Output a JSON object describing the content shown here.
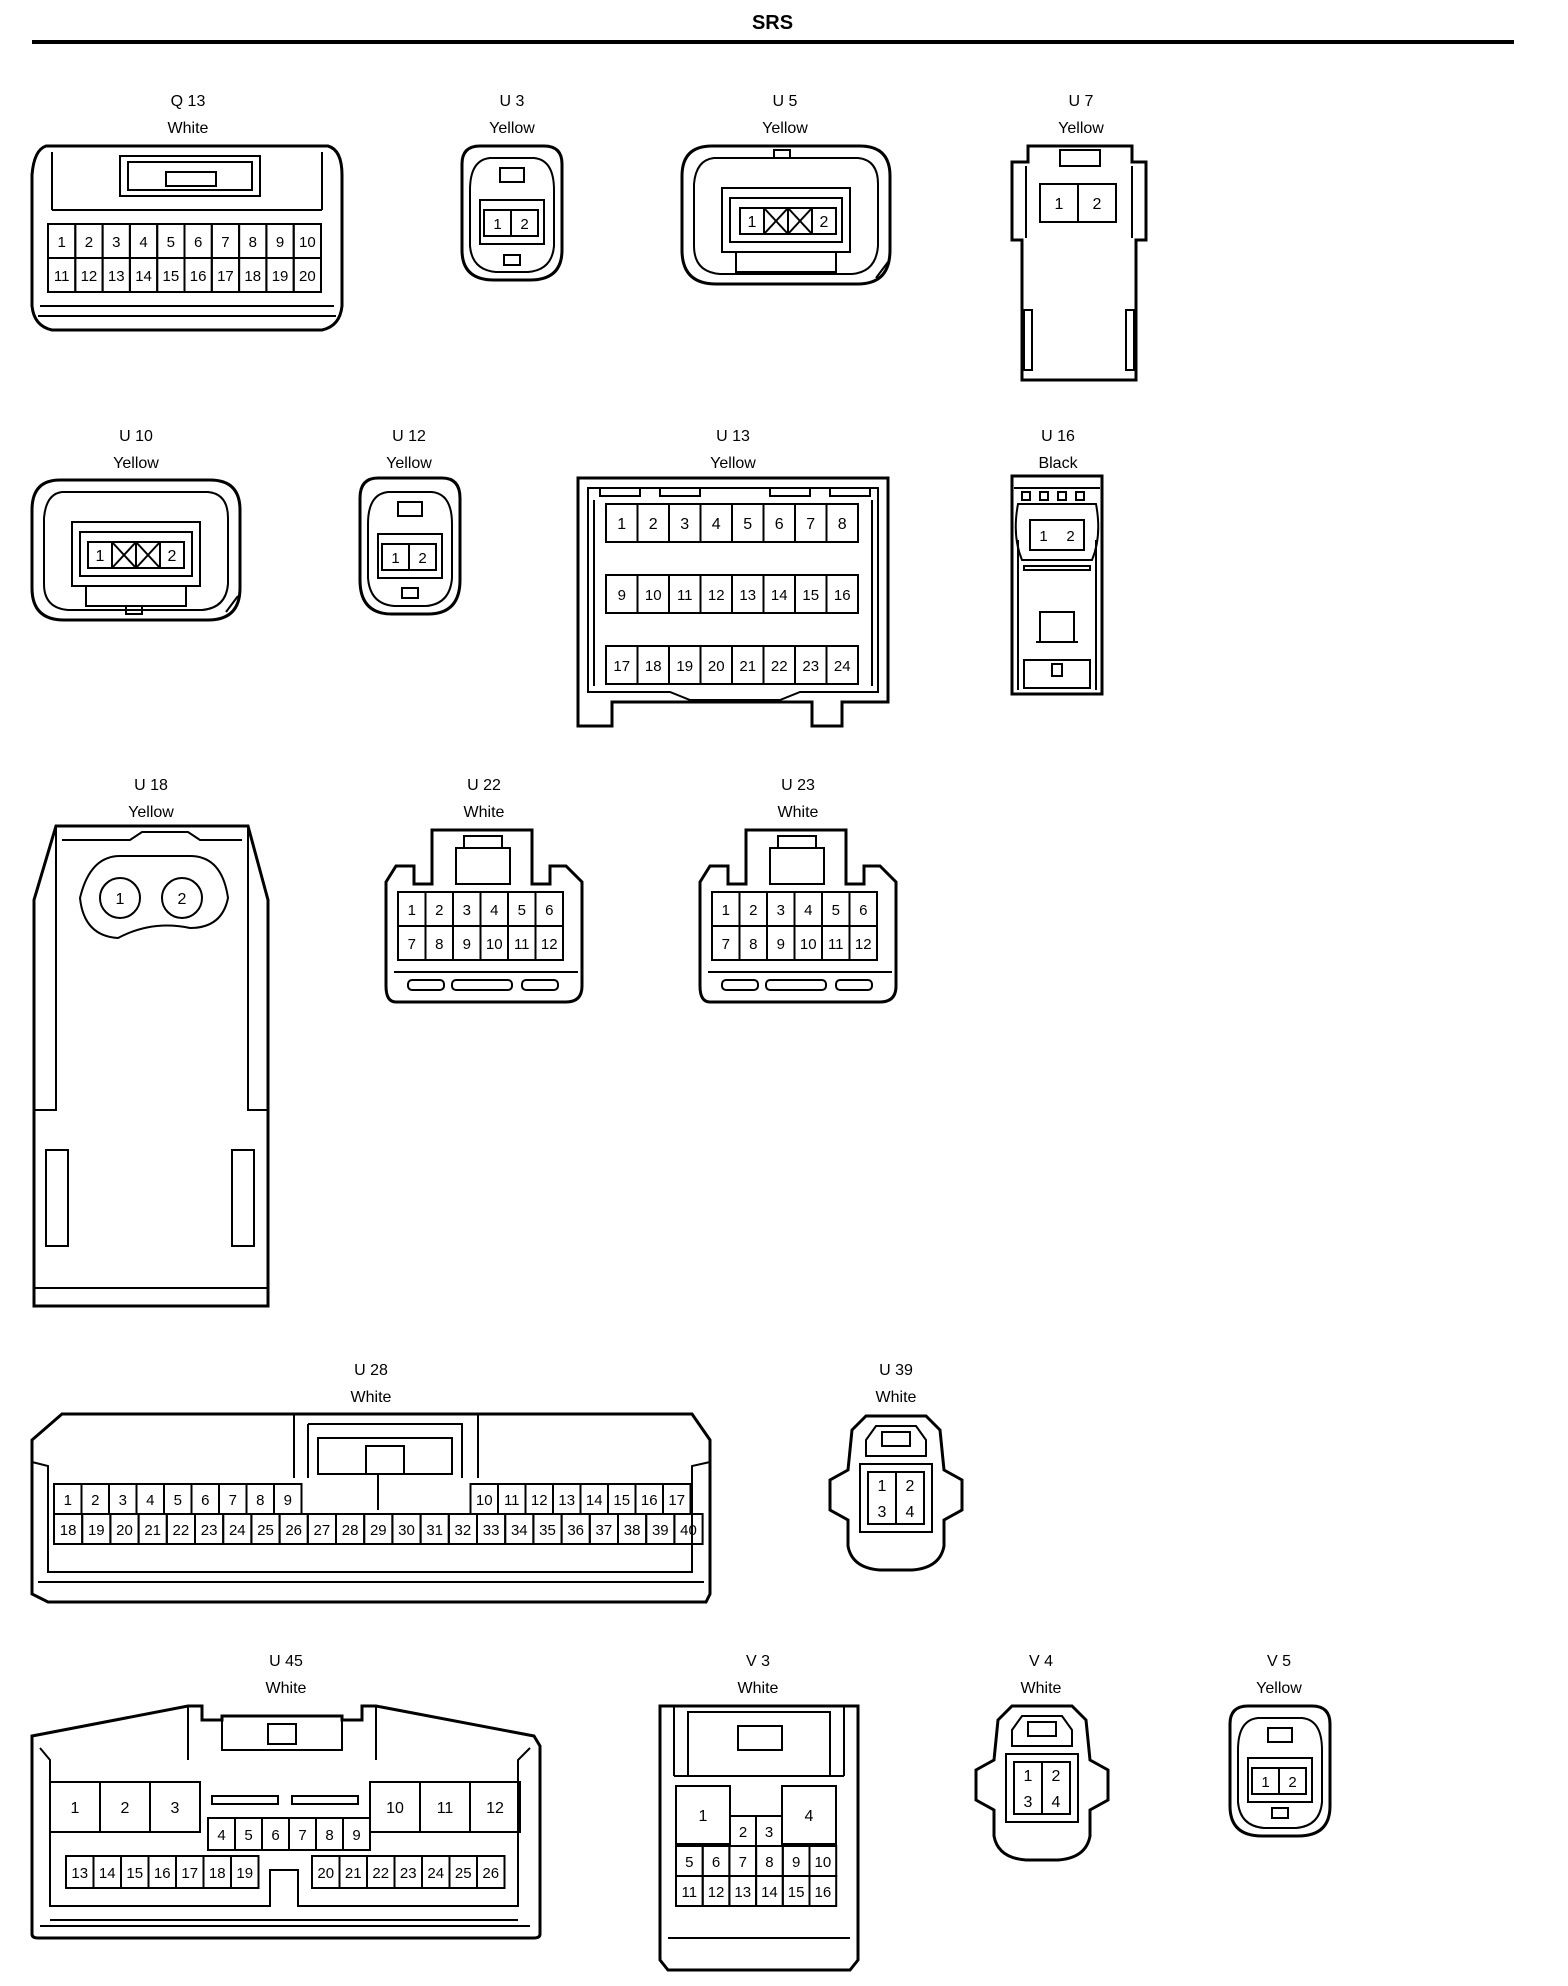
{
  "page": {
    "title": "SRS"
  },
  "connectors": [
    {
      "id": "Q 13",
      "color": "White"
    },
    {
      "id": "U 3",
      "color": "Yellow"
    },
    {
      "id": "U 5",
      "color": "Yellow"
    },
    {
      "id": "U 7",
      "color": "Yellow"
    },
    {
      "id": "U 10",
      "color": "Yellow"
    },
    {
      "id": "U 12",
      "color": "Yellow"
    },
    {
      "id": "U 13",
      "color": "Yellow"
    },
    {
      "id": "U 16",
      "color": "Black"
    },
    {
      "id": "U 18",
      "color": "Yellow"
    },
    {
      "id": "U 22",
      "color": "White"
    },
    {
      "id": "U 23",
      "color": "White"
    },
    {
      "id": "U 28",
      "color": "White"
    },
    {
      "id": "U 39",
      "color": "White"
    },
    {
      "id": "U 45",
      "color": "White"
    },
    {
      "id": "V 3",
      "color": "White"
    },
    {
      "id": "V 4",
      "color": "White"
    },
    {
      "id": "V 5",
      "color": "Yellow"
    }
  ],
  "pins": {
    "q13": [
      "1",
      "2",
      "3",
      "4",
      "5",
      "6",
      "7",
      "8",
      "9",
      "10",
      "11",
      "12",
      "13",
      "14",
      "15",
      "16",
      "17",
      "18",
      "19",
      "20"
    ],
    "u3": [
      "1",
      "2"
    ],
    "u5": [
      "1",
      "2"
    ],
    "u7": [
      "1",
      "2"
    ],
    "u10": [
      "1",
      "2"
    ],
    "u12": [
      "1",
      "2"
    ],
    "u13": [
      "1",
      "2",
      "3",
      "4",
      "5",
      "6",
      "7",
      "8",
      "9",
      "10",
      "11",
      "12",
      "13",
      "14",
      "15",
      "16",
      "17",
      "18",
      "19",
      "20",
      "21",
      "22",
      "23",
      "24"
    ],
    "u16": [
      "1",
      "2"
    ],
    "u18": [
      "1",
      "2"
    ],
    "u22": [
      "1",
      "2",
      "3",
      "4",
      "5",
      "6",
      "7",
      "8",
      "9",
      "10",
      "11",
      "12"
    ],
    "u23": [
      "1",
      "2",
      "3",
      "4",
      "5",
      "6",
      "7",
      "8",
      "9",
      "10",
      "11",
      "12"
    ],
    "u28": [
      "1",
      "2",
      "3",
      "4",
      "5",
      "6",
      "7",
      "8",
      "9",
      "10",
      "11",
      "12",
      "13",
      "14",
      "15",
      "16",
      "17",
      "18",
      "19",
      "20",
      "21",
      "22",
      "23",
      "24",
      "25",
      "26",
      "27",
      "28",
      "29",
      "30",
      "31",
      "32",
      "33",
      "34",
      "35",
      "36",
      "37",
      "38",
      "39",
      "40"
    ],
    "u39": [
      "1",
      "2",
      "3",
      "4"
    ],
    "u45": [
      "1",
      "2",
      "3",
      "4",
      "5",
      "6",
      "7",
      "8",
      "9",
      "10",
      "11",
      "12",
      "13",
      "14",
      "15",
      "16",
      "17",
      "18",
      "19",
      "20",
      "21",
      "22",
      "23",
      "24",
      "25",
      "26"
    ],
    "v3": [
      "1",
      "2",
      "3",
      "4",
      "5",
      "6",
      "7",
      "8",
      "9",
      "10",
      "11",
      "12",
      "13",
      "14",
      "15",
      "16"
    ],
    "v4": [
      "1",
      "2",
      "3",
      "4"
    ],
    "v5": [
      "1",
      "2"
    ]
  }
}
